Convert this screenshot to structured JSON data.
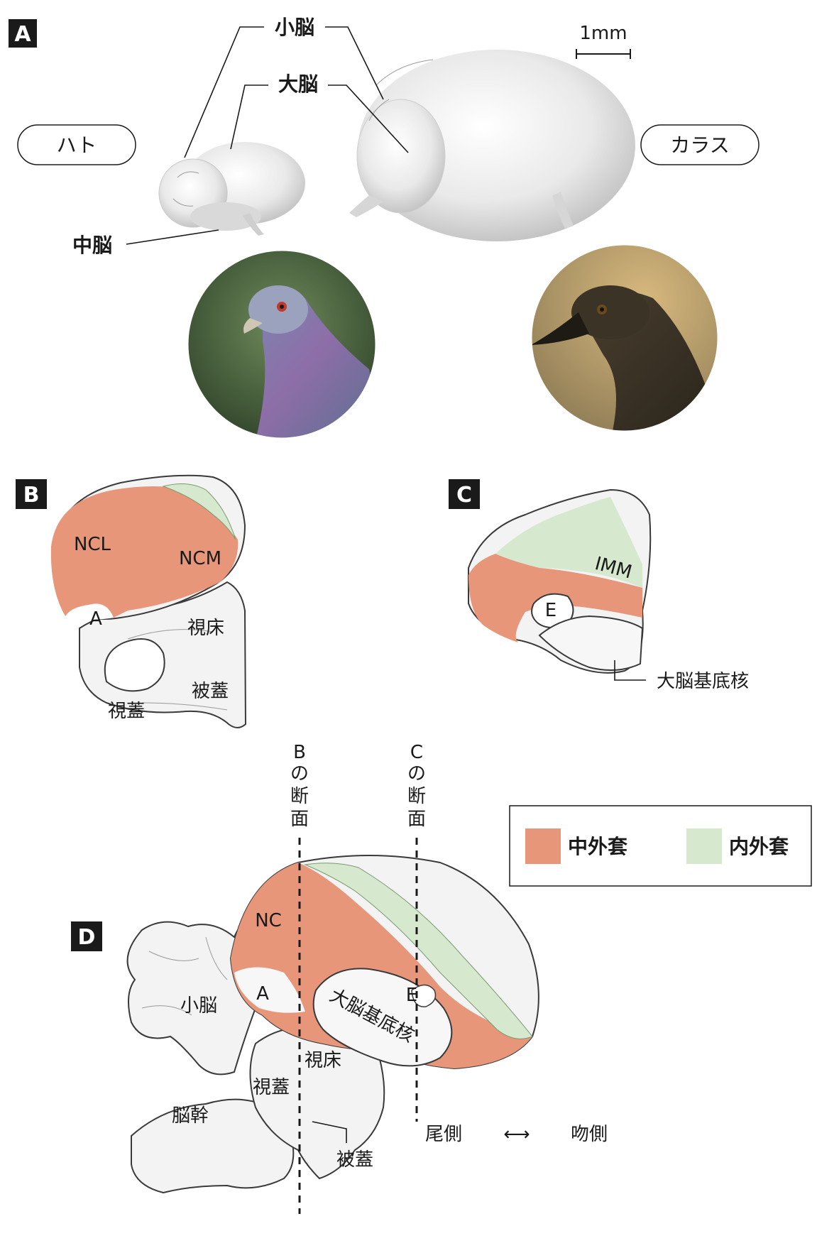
{
  "panels": {
    "a": "A",
    "b": "B",
    "c": "C",
    "d": "D"
  },
  "panel_a": {
    "scale_label": "1mm",
    "pill_pigeon": "ハト",
    "pill_crow": "カラス",
    "label_cerebellum": "小脳",
    "label_cerebrum": "大脳",
    "label_midbrain": "中脳"
  },
  "panel_b": {
    "ncl": "NCL",
    "ncm": "NCM",
    "a": "A",
    "thalamus": "視床",
    "tegmentum": "被蓋",
    "tectum": "視蓋"
  },
  "panel_c": {
    "imm": "IMM",
    "e": "E",
    "basal_ganglia": "大脳基底核"
  },
  "panel_d": {
    "section_b": [
      "B",
      "の",
      "断",
      "面"
    ],
    "section_c": [
      "C",
      "の",
      "断",
      "面"
    ],
    "nc": "NC",
    "a": "A",
    "e": "E",
    "basal_ganglia": "大脳基底核",
    "cerebellum": "小脳",
    "thalamus": "視床",
    "tectum": "視蓋",
    "brainstem": "脳幹",
    "tegmentum": "被蓋",
    "caudal": "尾側",
    "rostral": "吻側",
    "arrow": "⟷"
  },
  "legend": {
    "item1": "中外套",
    "item2": "内外套"
  },
  "colors": {
    "mesopallium_orange": "#e8967a",
    "endopallium_green": "#d6e9cf",
    "tissue": "#f3f3f3",
    "outline": "#3a3a3a",
    "panel_badge": "#1a1a1a"
  }
}
